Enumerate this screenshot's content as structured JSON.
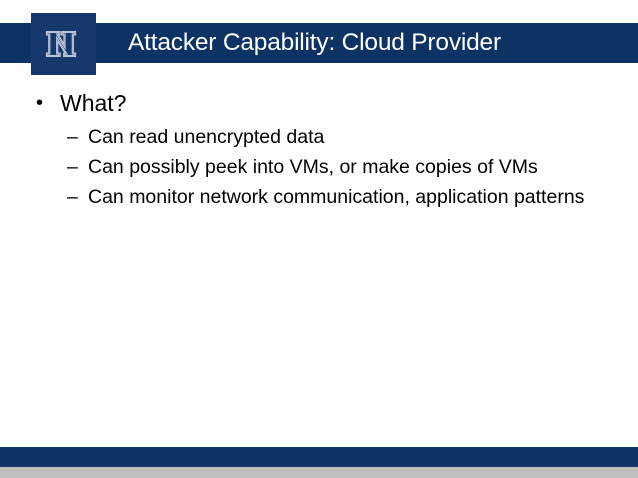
{
  "slide": {
    "title": "Attacker Capability: Cloud Provider",
    "logo": {
      "icon_name": "university-n-logo",
      "letter": "N"
    },
    "bullets": [
      {
        "level": 1,
        "marker": "•",
        "text": "What?"
      },
      {
        "level": 2,
        "marker": "–",
        "text": "Can read unencrypted data"
      },
      {
        "level": 2,
        "marker": "–",
        "text": "Can possibly peek into VMs, or make copies of VMs"
      },
      {
        "level": 2,
        "marker": "–",
        "text": "Can monitor network communication, application patterns"
      }
    ]
  },
  "colors": {
    "title_bar_navy": "#0c3364",
    "logo_navy": "#17386d",
    "footer_navy": "#0c3364",
    "footer_gray": "#bfbfbf",
    "title_text": "#ffffff",
    "body_text": "#000000"
  }
}
